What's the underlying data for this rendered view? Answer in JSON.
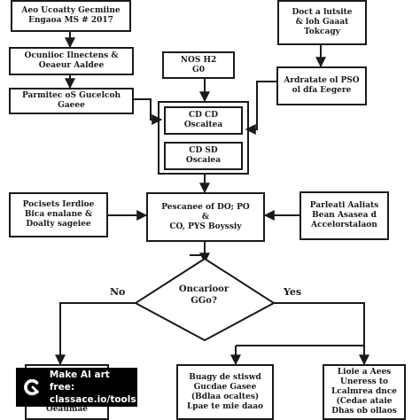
{
  "nodes": {
    "top_left": [
      "Aeo Ucoatty Gecmiine",
      "Engaoa MS # 2017"
    ],
    "top_right": [
      "Doct a lutsite",
      "& loh Gaaat",
      "Tokcagy"
    ],
    "left_2": [
      "Ocuniioc Ilnectens &",
      "Oeaeur Aaldee"
    ],
    "center_2": [
      "NOS H2",
      "G0"
    ],
    "left_3": [
      "Parmitec oS Gucelcoh",
      "Gaeee"
    ],
    "right_3": [
      "Ardratate ol PSO",
      "ol dfa Eegere"
    ],
    "inner_1": [
      "CD CD",
      "Oscaitea"
    ],
    "inner_2": [
      "CD SD",
      "Oscaiea"
    ],
    "mid_left": [
      "Pocisets Ierdioe",
      "Bica enalane &",
      "Doalty sageiee"
    ],
    "mid_center": [
      "Pescanee of DO; PO",
      "&",
      "CO, PYS Boyssiy"
    ],
    "mid_right": [
      "Parleati Aaliats",
      "Bean Asasea d",
      "Accelorstalaon"
    ],
    "decision": [
      "Oncarioor",
      "GGo?"
    ],
    "bottom_center": [
      "Buagy de stiswd",
      "Gucdae Gasee",
      "(Bdlaa ocaltes)",
      "Lpae te mie daao"
    ],
    "bottom_right": [
      "Lioie a Aees",
      "Uneress to",
      "Lcalmrea dnce",
      "(Cedae ataie",
      "Dhas ob ollaos"
    ],
    "bottom_left_partial": [
      "Oeaumae"
    ]
  },
  "edges": {
    "no_label": "No",
    "yes_label": "Yes"
  },
  "watermark": {
    "line1": "Make AI art free:",
    "line2": "classace.io/tools"
  },
  "colors": {
    "line": "#1a1a1a",
    "background": "#ffffff",
    "watermark_bg": "#000000",
    "watermark_fg": "#ffffff"
  }
}
